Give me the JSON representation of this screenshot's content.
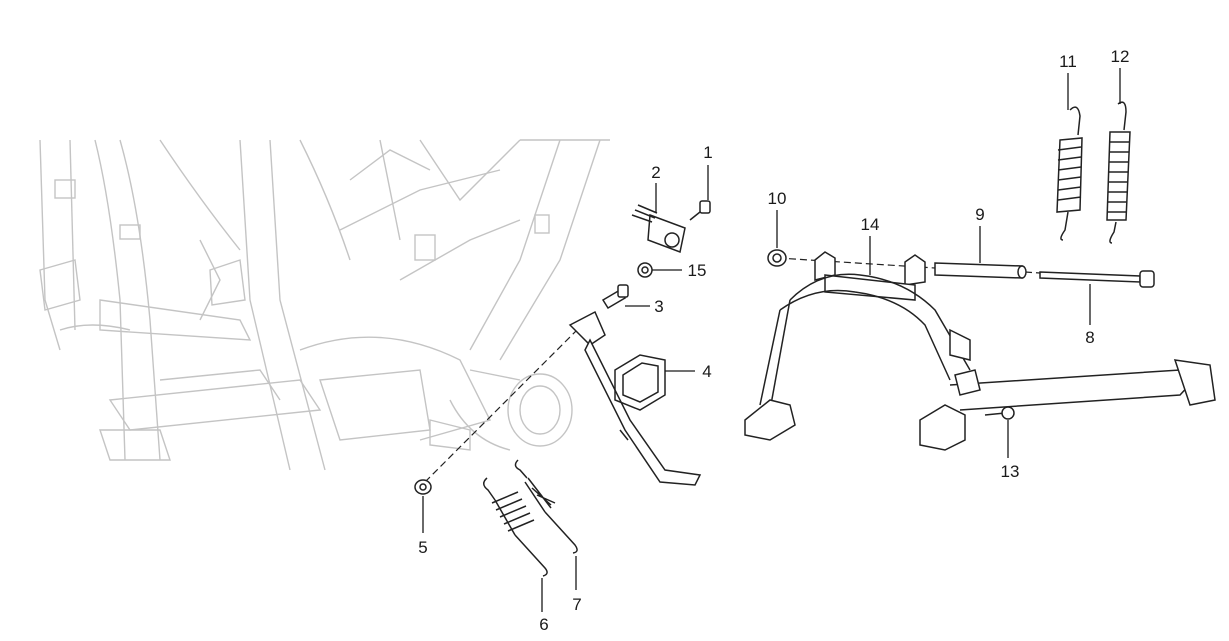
{
  "callouts": {
    "c1": "1",
    "c2": "2",
    "c3": "3",
    "c4": "4",
    "c5": "5",
    "c6": "6",
    "c7": "7",
    "c8": "8",
    "c9": "9",
    "c10": "10",
    "c11": "11",
    "c12": "12",
    "c13": "13",
    "c14": "14",
    "c15": "15"
  },
  "colors": {
    "line": "#222222",
    "frame": "#c4c4c4",
    "background": "#ffffff"
  }
}
